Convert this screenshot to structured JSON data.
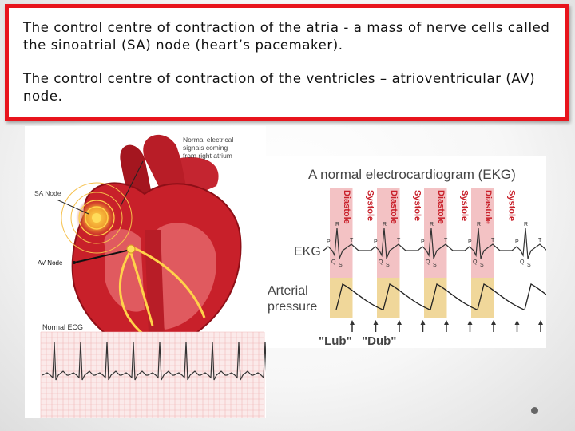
{
  "callout": {
    "paragraph1": "The control centre of contraction of the atria - a mass of nerve cells called the sinoatrial (SA) node (heart’s pacemaker).",
    "paragraph2": "The control centre of contraction of the ventricles – atrioventricular (AV) node."
  },
  "heart_diagram": {
    "label_signals_line1": "Normal electrical",
    "label_signals_line2": "signals coming",
    "label_signals_line3": "from right atrium",
    "label_sa_node": "SA Node",
    "label_av_node": "AV Node",
    "label_normal_ecg": "Normal ECG"
  },
  "ekg_chart": {
    "title": "A normal electrocardiogram (EKG)",
    "phase_labels": [
      "Diastole",
      "Systole",
      "Diastole",
      "Systole",
      "Diastole",
      "Systole",
      "Diastole",
      "Systole"
    ],
    "wave_labels": {
      "P": "P",
      "R": "R",
      "T": "T",
      "Q": "Q",
      "S": "S"
    },
    "row_label_ekg": "EKG",
    "row_label_arterial_line1": "Arterial",
    "row_label_arterial_line2": "pressure",
    "sound_label_lub": "\"Lub\"",
    "sound_label_dub": "\"Dub\""
  },
  "colors": {
    "callout_border": "#e8141c",
    "heart_red": "#c8202a",
    "band_pink": "#f3c2c4",
    "band_tan": "#f0d79a",
    "title_gray": "#444444"
  }
}
